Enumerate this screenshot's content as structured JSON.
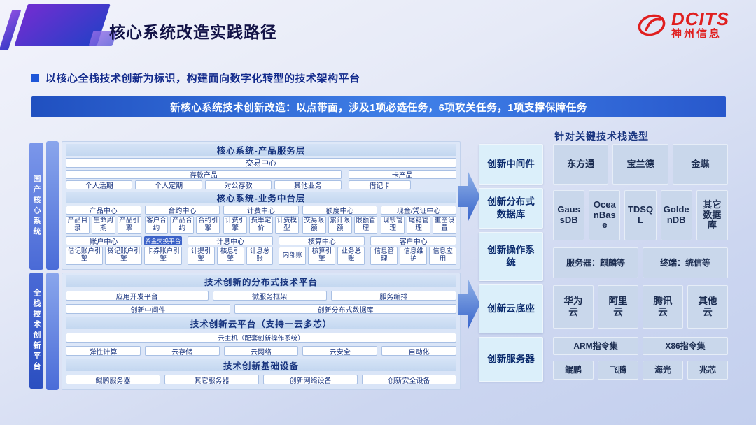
{
  "header": {
    "title": "核心系统改造实践路径",
    "logo": {
      "brand": "DCITS",
      "company": "神州信息"
    }
  },
  "intro": {
    "subtitle": "以核心全栈技术创新为标识，构建面向数字化转型的技术架构平台",
    "banner": "新核心系统技术创新改造：以点带面，涉及1项必选任务，6项攻关任务，1项支撑保障任务"
  },
  "side": {
    "core": "国产核心系统",
    "stack": "全栈技术创新平台"
  },
  "product_layer": {
    "title": "核心系统-产品服务层",
    "trade": "交易中心",
    "deposit_title": "存款产品",
    "deposit": [
      "个人活期",
      "个人定期",
      "对公存款",
      "其他业务"
    ],
    "card_title": "卡产品",
    "card": "借记卡"
  },
  "mid_layer": {
    "title": "核心系统-业务中台层",
    "g1": {
      "name": "产品中心",
      "items": [
        "产品目录",
        "生命周期",
        "产品引擎"
      ]
    },
    "g2": {
      "name": "合约中心",
      "items": [
        "客户合约",
        "产品合约",
        "合约引擎"
      ]
    },
    "g3": {
      "name": "计费中心",
      "items": [
        "计费引擎",
        "费率定价",
        "计费模型"
      ]
    },
    "g4": {
      "name": "额度中心",
      "items": [
        "交易限额",
        "累计限额",
        "限额管理"
      ]
    },
    "g5": {
      "name": "现金/凭证中心",
      "items": [
        "现钞管理",
        "尾箱管理",
        "重空设置"
      ]
    },
    "g6": {
      "name": "账户中心",
      "badge": "资金交换平台",
      "items": [
        "借记账户引擎",
        "贷记账户引擎",
        "卡券账户引擎"
      ]
    },
    "g7": {
      "name": "计息中心",
      "items": [
        "计提引擎",
        "核息引擎",
        "计息总账"
      ]
    },
    "g8": {
      "name": "核算中心",
      "items": [
        "内部账",
        "核算引擎",
        "业务总账"
      ]
    },
    "g9": {
      "name": "客户中心",
      "items": [
        "信息管理",
        "信息维护",
        "信息应用"
      ]
    }
  },
  "platform_layer": {
    "title": "技术创新的分布式技术平台",
    "row1": [
      "应用开发平台",
      "微服务框架",
      "服务编排"
    ],
    "row2": [
      "创新中间件",
      "创新分布式数据库"
    ]
  },
  "cloud_layer": {
    "title": "技术创新云平台（支持一云多芯）",
    "host": "云主机（配套创新操作系统）",
    "row": [
      "弹性计算",
      "云存储",
      "云网络",
      "云安全",
      "自动化"
    ]
  },
  "infra_layer": {
    "title": "技术创新基础设备",
    "row": [
      "鲲鹏服务器",
      "其它服务器",
      "创新网络设备",
      "创新安全设备"
    ]
  },
  "innovation": [
    "创新中间件",
    "创新分布式数据库",
    "创新操作系统",
    "创新云底座",
    "创新服务器"
  ],
  "selection": {
    "title": "针对关键技术栈选型",
    "middleware": [
      "东方通",
      "宝兰德",
      "金蝶"
    ],
    "database": [
      "GaussDB",
      "OceanBase",
      "TDSQL",
      "GoldenDB",
      "其它数据库"
    ],
    "os": [
      "服务器：麒麟等",
      "终端：统信等"
    ],
    "cloud": [
      "华为云",
      "阿里云",
      "腾讯云",
      "其他云"
    ],
    "instruction": [
      "ARM指令集",
      "X86指令集"
    ],
    "chips": [
      "鲲鹏",
      "飞腾",
      "海光",
      "兆芯"
    ]
  },
  "colors": {
    "banner_blue": "#2a5fd0",
    "brand_red": "#e01f1f",
    "box_text_blue": "#17337f",
    "innovation_cyan": "#dbeffa",
    "selection_gray_blue": "#c9d7eb"
  }
}
